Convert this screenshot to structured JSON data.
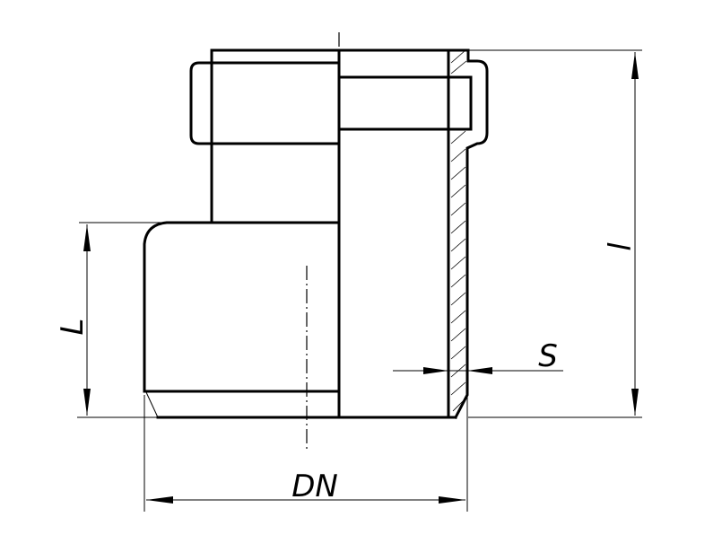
{
  "drawing": {
    "dimensions": {
      "length_small": "L",
      "length_total": "l",
      "wall_thickness": "S",
      "nominal_diameter": "DN"
    }
  }
}
